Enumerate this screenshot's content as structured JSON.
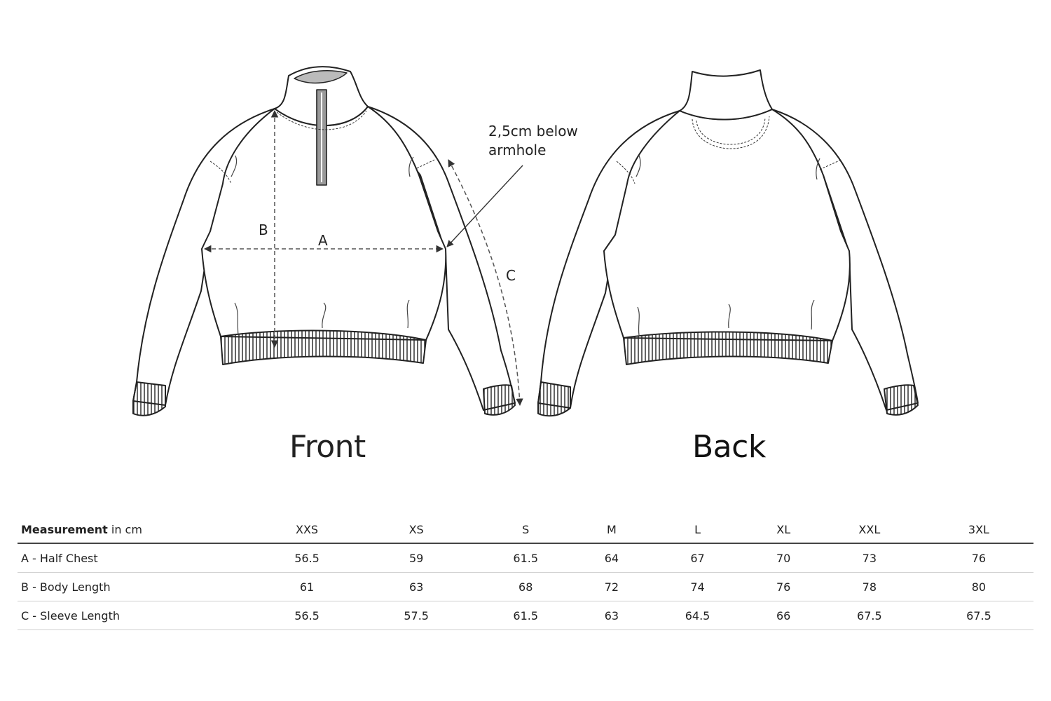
{
  "views": {
    "front_label": "Front",
    "back_label": "Back"
  },
  "dimensions": {
    "a": "A",
    "b": "B",
    "c": "C"
  },
  "annotation": {
    "line1": "2,5cm below",
    "line2": "armhole"
  },
  "table": {
    "header_bold": "Measurement",
    "header_unit": " in cm",
    "sizes": [
      "XXS",
      "XS",
      "S",
      "M",
      "L",
      "XL",
      "XXL",
      "3XL"
    ],
    "rows": [
      {
        "label": "A - Half Chest",
        "values": [
          "56.5",
          "59",
          "61.5",
          "64",
          "67",
          "70",
          "73",
          "76"
        ]
      },
      {
        "label": "B - Body Length",
        "values": [
          "61",
          "63",
          "68",
          "72",
          "74",
          "76",
          "78",
          "80"
        ]
      },
      {
        "label": "C - Sleeve Length",
        "values": [
          "56.5",
          "57.5",
          "61.5",
          "63",
          "64.5",
          "66",
          "67.5",
          "67.5"
        ]
      }
    ]
  },
  "colors": {
    "line": "#222222",
    "dashed": "#555555",
    "collar_inner": "#bbbbbb"
  }
}
